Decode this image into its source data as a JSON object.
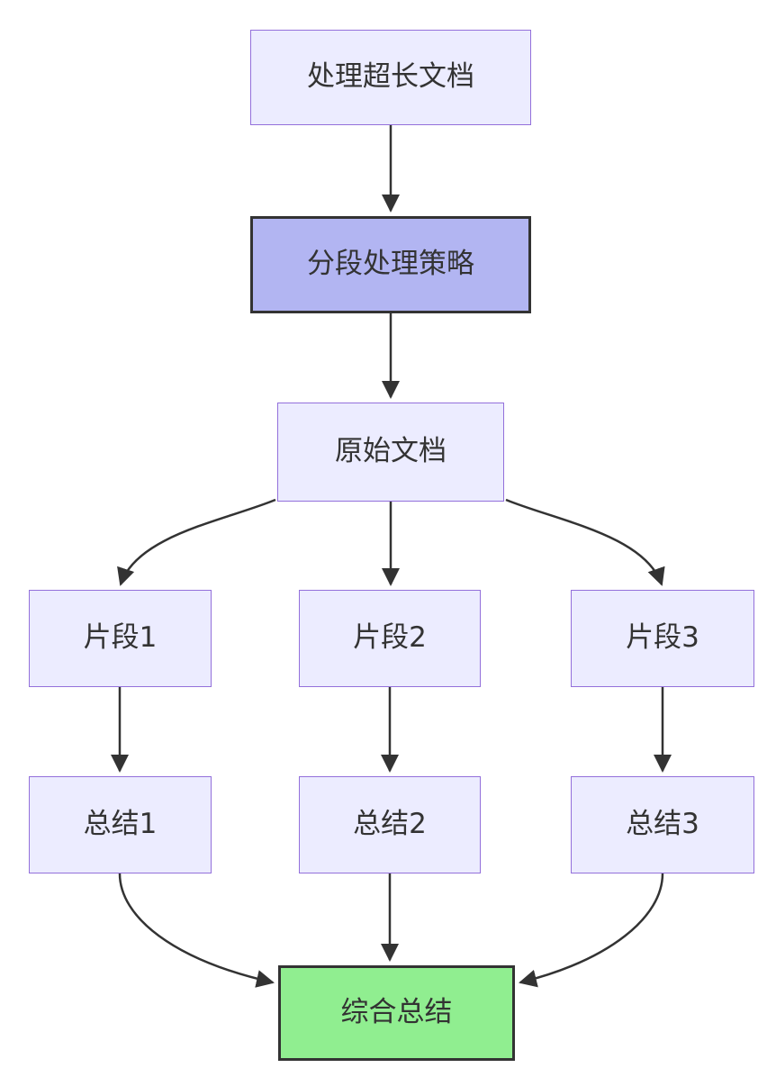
{
  "diagram": {
    "type": "flowchart",
    "direction": "top-down",
    "nodes": {
      "start": {
        "label": "处理超长文档",
        "style": "light"
      },
      "strategy": {
        "label": "分段处理策略",
        "style": "highlight"
      },
      "source": {
        "label": "原始文档",
        "style": "light"
      },
      "frag1": {
        "label": "片段1",
        "style": "light"
      },
      "frag2": {
        "label": "片段2",
        "style": "light"
      },
      "frag3": {
        "label": "片段3",
        "style": "light"
      },
      "sum1": {
        "label": "总结1",
        "style": "light"
      },
      "sum2": {
        "label": "总结2",
        "style": "light"
      },
      "sum3": {
        "label": "总结3",
        "style": "light"
      },
      "final": {
        "label": "综合总结",
        "style": "final"
      }
    },
    "edges": [
      {
        "from": "start",
        "to": "strategy"
      },
      {
        "from": "strategy",
        "to": "source"
      },
      {
        "from": "source",
        "to": "frag1"
      },
      {
        "from": "source",
        "to": "frag2"
      },
      {
        "from": "source",
        "to": "frag3"
      },
      {
        "from": "frag1",
        "to": "sum1"
      },
      {
        "from": "frag2",
        "to": "sum2"
      },
      {
        "from": "frag3",
        "to": "sum3"
      },
      {
        "from": "sum1",
        "to": "final"
      },
      {
        "from": "sum2",
        "to": "final"
      },
      {
        "from": "sum3",
        "to": "final"
      }
    ],
    "colors": {
      "node_fill": "#ECECFF",
      "node_border": "#9370DB",
      "highlight_fill": "#b2b5f2",
      "highlight_border": "#333333",
      "final_fill": "#90EE90",
      "final_border": "#333333",
      "edge_stroke": "#333333",
      "text": "#333333",
      "background": "#ffffff"
    }
  }
}
